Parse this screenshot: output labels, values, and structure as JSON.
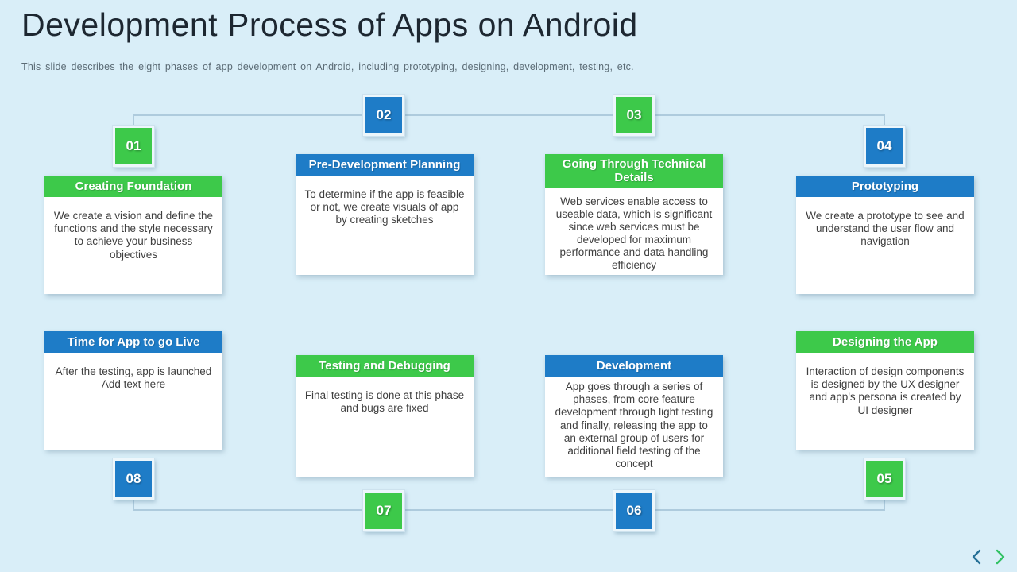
{
  "slide": {
    "title": "Development Process of Apps on Android",
    "subtitle": "This slide describes the eight phases of app development  on Android, including prototyping, designing, development,  testing, etc."
  },
  "colors": {
    "background": "#d9eef8",
    "green": "#3dc94a",
    "blue": "#1e7cc7",
    "connector": "#aecbdd",
    "title_color": "#1d2731",
    "subtitle_color": "#5b6b75",
    "body_text": "#3f3f3f",
    "nav_prev": "#256f96",
    "nav_next": "#2fc162"
  },
  "phases": [
    {
      "number": "01",
      "color": "green",
      "title": "Creating Foundation",
      "description": "We create a vision and define the functions and the style necessary to achieve your business objectives"
    },
    {
      "number": "02",
      "color": "blue",
      "title": "Pre-Development Planning",
      "description": "To determine if the app is feasible or not, we create visuals of app by creating sketches"
    },
    {
      "number": "03",
      "color": "green",
      "title": "Going Through Technical Details",
      "description": "Web services enable access to useable data, which is significant since web services must be developed for maximum performance and data handling efficiency"
    },
    {
      "number": "04",
      "color": "blue",
      "title": "Prototyping",
      "description": "We create a prototype to see and understand the user flow and navigation"
    },
    {
      "number": "05",
      "color": "green",
      "title": "Designing the App",
      "description": "Interaction of design components is designed by the UX designer and app's persona is created by UI designer"
    },
    {
      "number": "06",
      "color": "blue",
      "title": "Development",
      "description": "App goes through a series of phases, from core feature development through light testing and finally, releasing the app to an external group of users for additional field testing of the concept"
    },
    {
      "number": "07",
      "color": "green",
      "title": "Testing and Debugging",
      "description": "Final testing is done at this phase and bugs are fixed"
    },
    {
      "number": "08",
      "color": "blue",
      "title": "Time for App to go Live",
      "description": "After the testing, app is launched\nAdd text here"
    }
  ],
  "navigation": {
    "prev_icon": "chevron-left",
    "next_icon": "chevron-right"
  }
}
